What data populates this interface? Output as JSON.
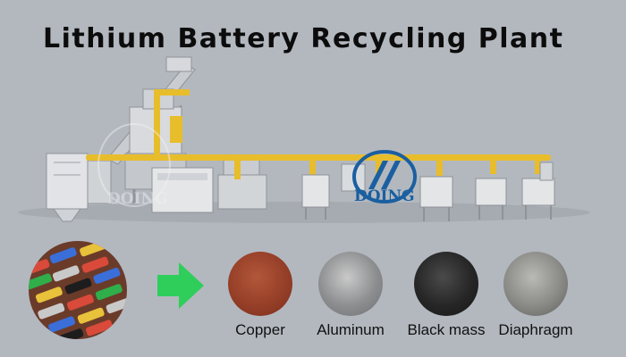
{
  "title": "Lithium Battery Recycling Plant",
  "watermark_text": "DOING",
  "logo_text": "DOING",
  "colors": {
    "background": "#b3b8bf",
    "pipe": "#e8bd2c",
    "arrow": "#2fce5b",
    "logo": "#1a5fa0"
  },
  "input_icon": "mixed-batteries-pile",
  "arrow_icon": "arrow-right-icon",
  "materials": [
    {
      "label": "Copper",
      "color": "#963f28"
    },
    {
      "label": "Aluminum",
      "color": "#8d8e90"
    },
    {
      "label": "Black mass",
      "color": "#262626"
    },
    {
      "label": "Diaphragm",
      "color": "#8a8a86"
    }
  ]
}
